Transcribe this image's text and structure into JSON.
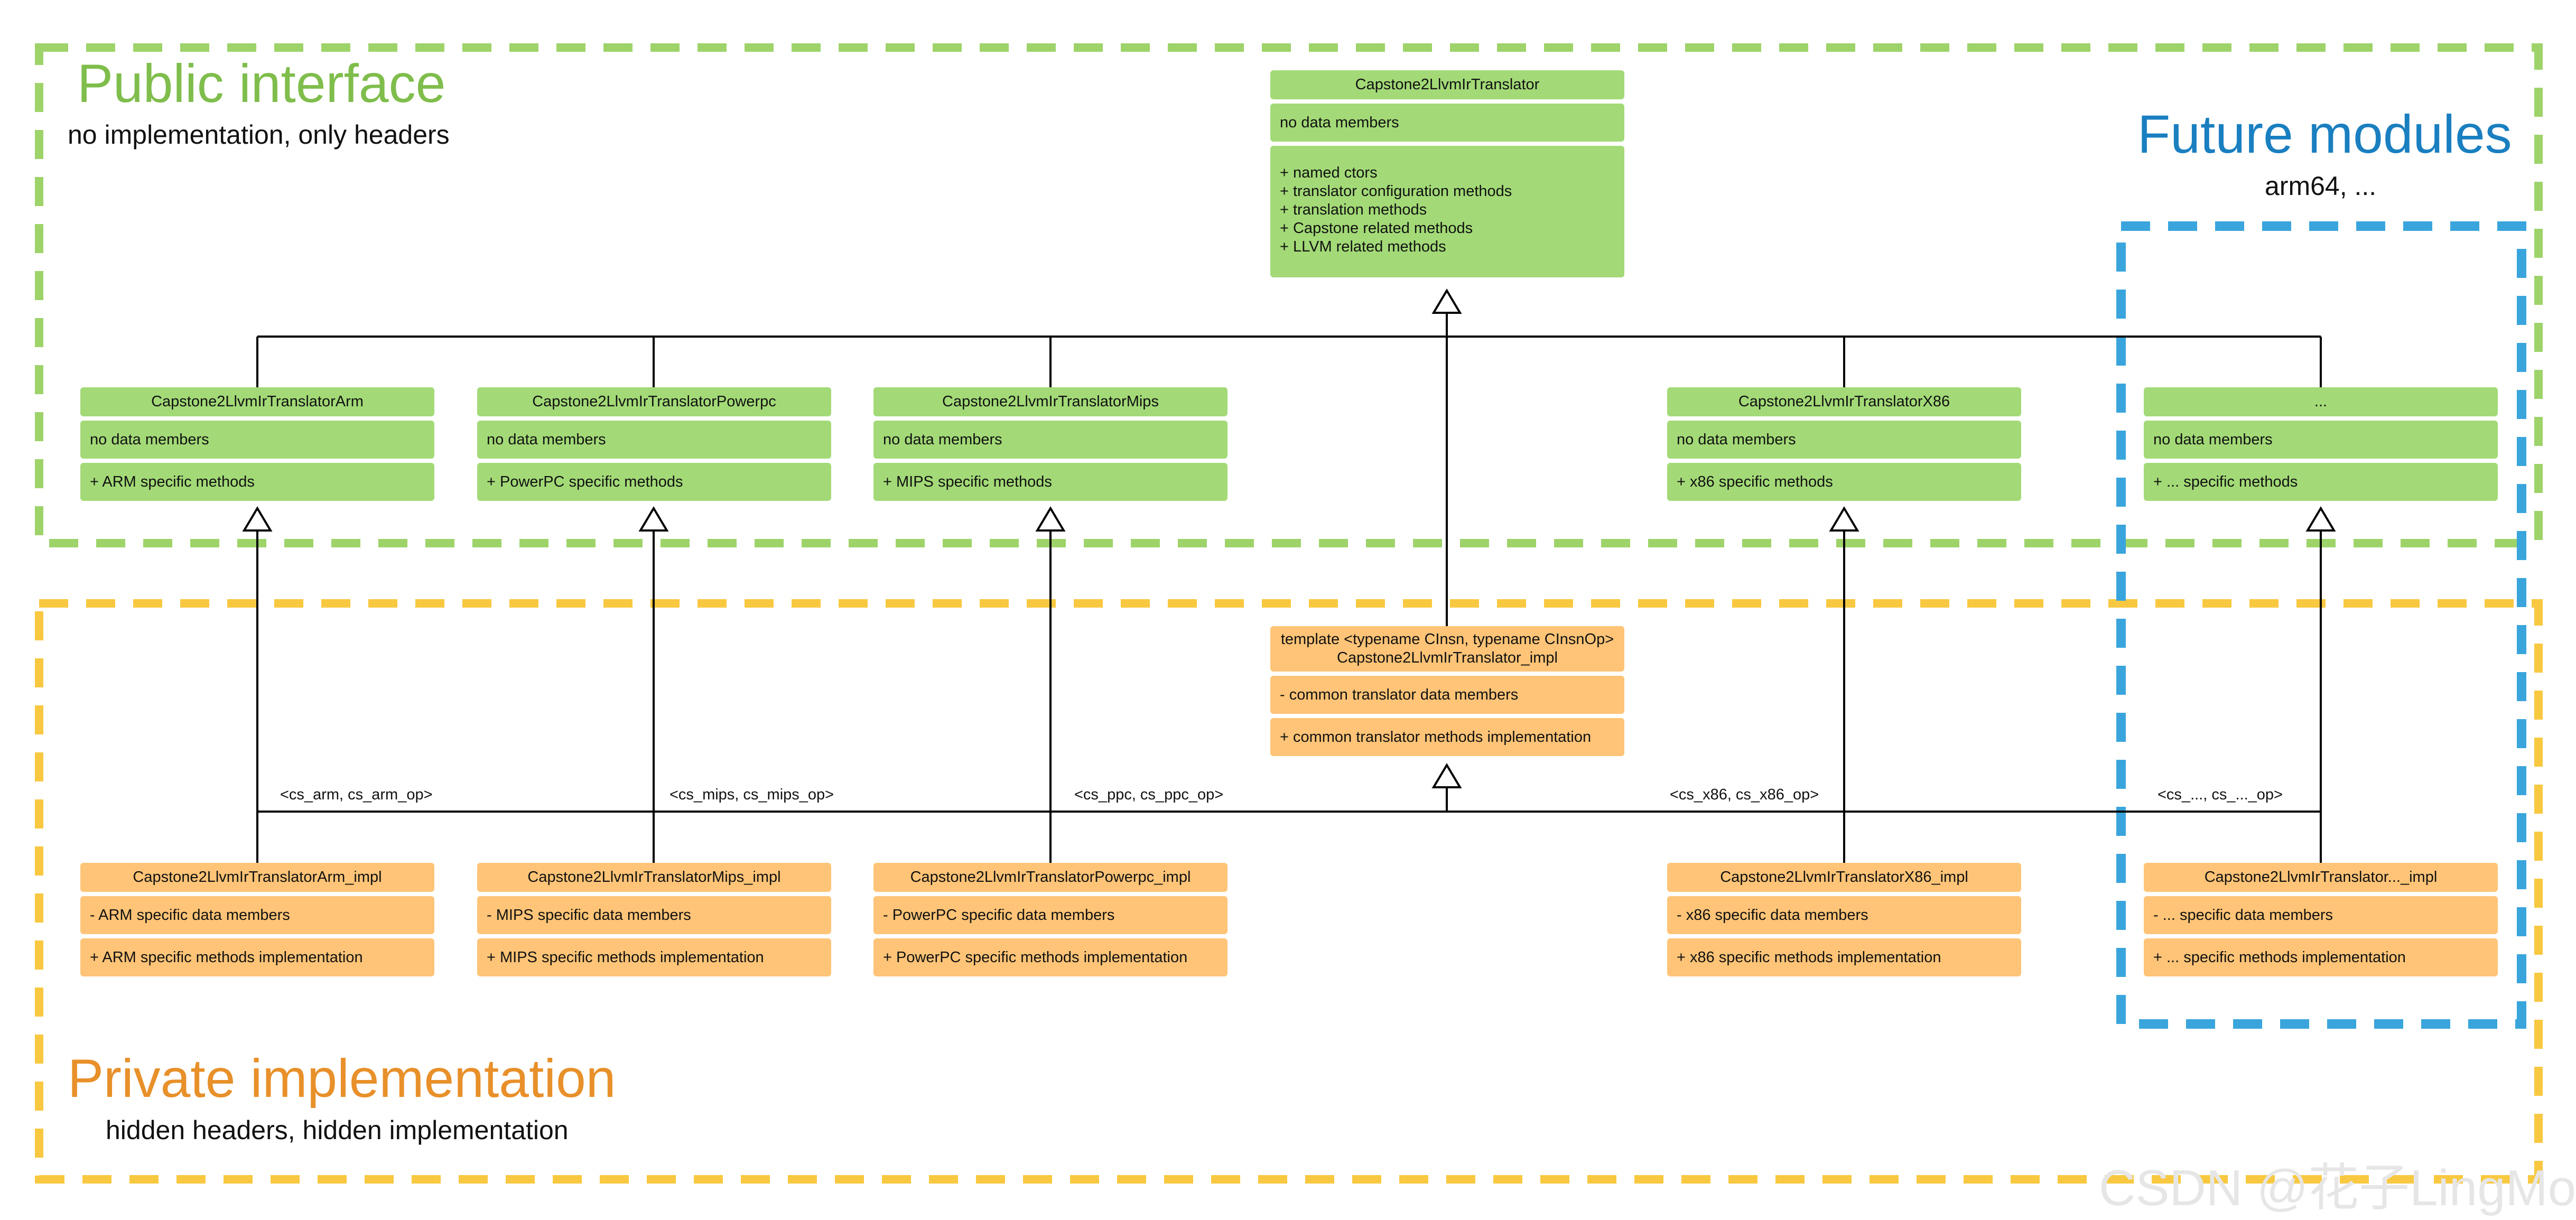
{
  "regions": {
    "public": {
      "title": "Public interface",
      "subtitle": "no implementation, only headers",
      "color": "#9ed36a"
    },
    "future": {
      "title": "Future modules",
      "subtitle": "arm64, ...",
      "color": "#3aa5dc"
    },
    "private": {
      "title": "Private implementation",
      "subtitle": "hidden headers, hidden implementation",
      "color": "#f8c840"
    }
  },
  "classes": {
    "base": {
      "name": "Capstone2LlvmIrTranslator",
      "members": "no data members",
      "ops": [
        "+ named ctors",
        "+ translator configuration methods",
        "+ translation methods",
        "+ Capstone related methods",
        "+ LLVM related methods"
      ]
    },
    "arm": {
      "name": "Capstone2LlvmIrTranslatorArm",
      "members": "no data members",
      "ops": "+ ARM specific methods"
    },
    "powerpc": {
      "name": "Capstone2LlvmIrTranslatorPowerpc",
      "members": "no data members",
      "ops": "+ PowerPC specific methods"
    },
    "mips": {
      "name": "Capstone2LlvmIrTranslatorMips",
      "members": "no data members",
      "ops": "+ MIPS specific methods"
    },
    "x86": {
      "name": "Capstone2LlvmIrTranslatorX86",
      "members": "no data members",
      "ops": "+ x86 specific methods"
    },
    "other": {
      "name": "...",
      "members": "no data members",
      "ops": "+ ... specific methods"
    },
    "impl": {
      "name_line1": "template <typename CInsn, typename CInsnOp>",
      "name_line2": "Capstone2LlvmIrTranslator_impl",
      "members": "- common translator data members",
      "ops": "+ common translator methods implementation"
    },
    "arm_impl": {
      "name": "Capstone2LlvmIrTranslatorArm_impl",
      "members": "- ARM specific data members",
      "ops": "+ ARM specific methods implementation"
    },
    "mips_impl": {
      "name": "Capstone2LlvmIrTranslatorMips_impl",
      "members": "- MIPS specific data members",
      "ops": "+ MIPS specific methods implementation"
    },
    "powerpc_impl": {
      "name": "Capstone2LlvmIrTranslatorPowerpc_impl",
      "members": "- PowerPC specific data members",
      "ops": "+ PowerPC specific methods implementation"
    },
    "x86_impl": {
      "name": "Capstone2LlvmIrTranslatorX86_impl",
      "members": "- x86 specific data members",
      "ops": "+ x86 specific methods implementation"
    },
    "other_impl": {
      "name": "Capstone2LlvmIrTranslator..._impl",
      "members": "- ... specific data members",
      "ops": "+ ... specific methods implementation"
    }
  },
  "template_params": {
    "arm": "<cs_arm, cs_arm_op>",
    "mips": "<cs_mips, cs_mips_op>",
    "ppc": "<cs_ppc, cs_ppc_op>",
    "x86": "<cs_x86, cs_x86_op>",
    "other": "<cs_..., cs_..._op>"
  },
  "colors": {
    "interface_class": "#a3da77",
    "impl_class": "#ffc477",
    "line": "#000000"
  },
  "watermark": "CSDN @花子LingMo"
}
